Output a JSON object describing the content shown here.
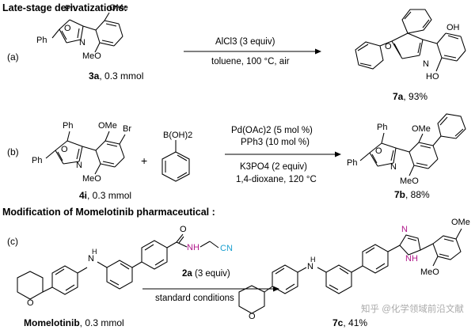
{
  "headers": {
    "late_stage": "Late-stage derivatizations:",
    "modification": "Modification of Momelotinib pharmaceutical :"
  },
  "panel_labels": {
    "a": "(a)",
    "b": "(b)",
    "c": "(c)"
  },
  "reaction_a": {
    "reactant": {
      "label": "3a",
      "amount": ", 0.3 mmol",
      "ome_top": "OMe",
      "ome_bottom": "MeO",
      "ph_top": "Ph",
      "ph_left": "Ph",
      "o": "O",
      "n": "N"
    },
    "reagent": "AlCl3 (3 equiv)",
    "conditions": "toluene, 100 °C, air",
    "product": {
      "label": "7a",
      "yield": ", 93%",
      "oh_top": "OH",
      "oh_bottom": "HO",
      "o": "O",
      "n": "N"
    }
  },
  "reaction_b": {
    "reactant": {
      "label": "4i",
      "amount": ", 0.3 mmol",
      "ph_top": "Ph",
      "ph_left": "Ph",
      "ome_top": "OMe",
      "br": "Br",
      "meo_bottom": "MeO",
      "o": "O",
      "n": "N"
    },
    "plus": "+",
    "boronic": "B(OH)2",
    "catalyst": "Pd(OAc)2 (5 mol %)",
    "ligand": "PPh3 (10 mol %)",
    "base": "K3PO4 (2 equiv)",
    "conditions": "1,4-dioxane, 120 °C",
    "product": {
      "label": "7b",
      "yield": ", 88%",
      "ph_top": "Ph",
      "ph_left": "Ph",
      "ome_top": "OMe",
      "meo_bottom": "MeO",
      "o": "O",
      "n": "N"
    }
  },
  "reaction_c": {
    "reactant": {
      "name": "Momelotinib",
      "amount": ", 0.3 mmol",
      "n_h": "H",
      "n_n": "N",
      "o": "O",
      "amide_o": "O",
      "amide_nh": "NH",
      "cn": "CN"
    },
    "reagent_label": "2a",
    "reagent_amount": " (3 equiv)",
    "conditions": "standard conditions",
    "product": {
      "label": "7c",
      "yield": ", 41%",
      "ome_top": "OMe",
      "meo_bottom": "MeO",
      "n": "N",
      "nh": "NH",
      "h": "H",
      "o": "O"
    }
  },
  "watermark": "知乎 @化学领域前沿文献",
  "colors": {
    "highlight_magenta": "#b0188a",
    "cyano": "#1a9fd0"
  }
}
